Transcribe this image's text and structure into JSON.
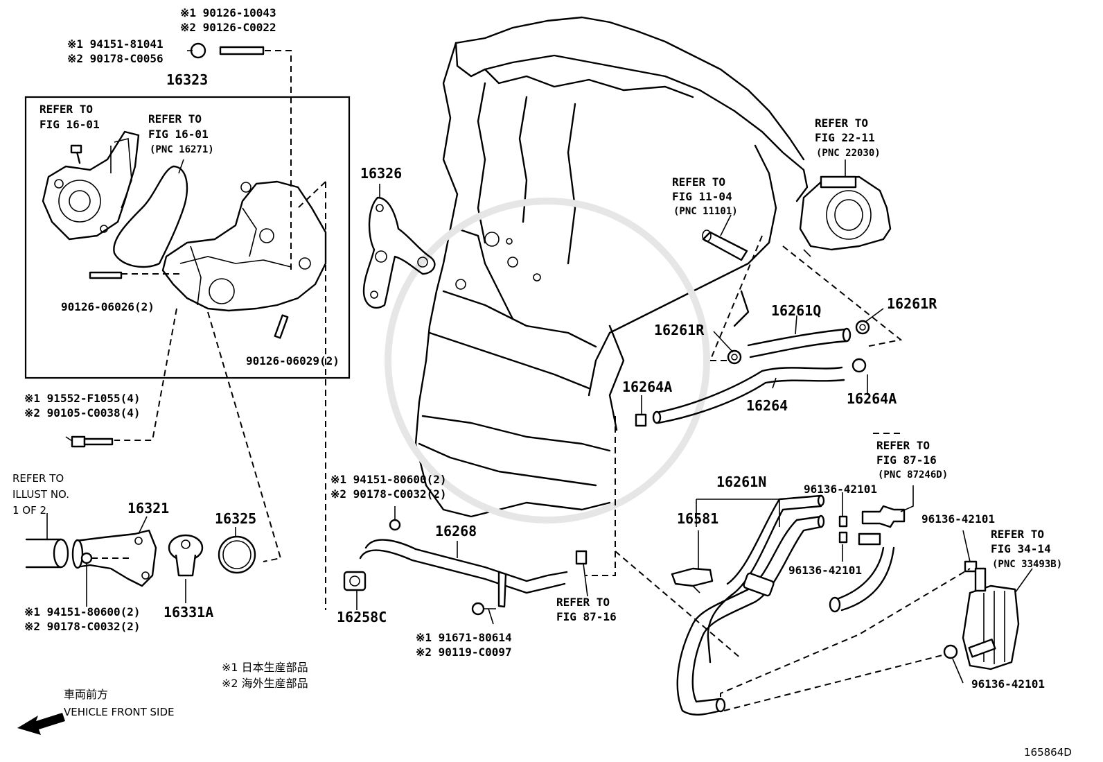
{
  "labels": {
    "ref_16323_bolt": [
      "※1 90126-10043",
      "※2 90126-C0022"
    ],
    "ref_16323_nut": [
      "※1 94151-81041",
      "※2 90178-C0056"
    ],
    "p16323": "16323",
    "refer_fig_16_01_a": [
      "REFER TO",
      "FIG 16-01"
    ],
    "refer_fig_16_01_b": [
      "REFER TO",
      "FIG 16-01",
      "(PNC 16271)"
    ],
    "stud_06026": "90126-06026(2)",
    "stud_06029": "90126-06029(2)",
    "bolt_91552": [
      "※1 91552-F1055(4)",
      "※2 90105-C0038(4)"
    ],
    "refer_illust": [
      "REFER TO",
      "ILLUST NO.",
      "1 OF 2"
    ],
    "p16321": "16321",
    "p16325": "16325",
    "p16331A": "16331A",
    "nut_16321": [
      "※1 94151-80600(2)",
      "※2 90178-C0032(2)"
    ],
    "p16326": "16326",
    "nut_16268": [
      "※1 94151-80600(2)",
      "※2 90178-C0032(2)"
    ],
    "p16268": "16268",
    "p16258C": "16258C",
    "bolt_91671": [
      "※1 91671-80614",
      "※2 90119-C0097"
    ],
    "refer_fig_87_16_a": [
      "REFER TO",
      "FIG 87-16"
    ],
    "legend": [
      "※1 日本生産部品",
      "※2 海外生産部品"
    ],
    "vehicle_front": [
      "車両前方",
      "VEHICLE FRONT SIDE"
    ],
    "refer_fig_11_04": [
      "REFER TO",
      "FIG 11-04",
      "(PNC 11101)"
    ],
    "refer_fig_22_11": [
      "REFER TO",
      "FIG 22-11",
      "(PNC 22030)"
    ],
    "p16261Q": "16261Q",
    "p16261R_left": "16261R",
    "p16261R_right": "16261R",
    "p16264A_left": "16264A",
    "p16264A_right": "16264A",
    "p16264": "16264",
    "p16261N": "16261N",
    "p16581": "16581",
    "clip_96136_a": "96136-42101",
    "clip_96136_b": "96136-42101",
    "clip_96136_c": "96136-42101",
    "clip_96136_d": "96136-42101",
    "refer_fig_87_16_b": [
      "REFER TO",
      "FIG 87-16",
      "(PNC 87246D)"
    ],
    "refer_fig_34_14": [
      "REFER TO",
      "FIG 34-14",
      "(PNC 33493B)"
    ],
    "diagram_id": "165864D"
  }
}
